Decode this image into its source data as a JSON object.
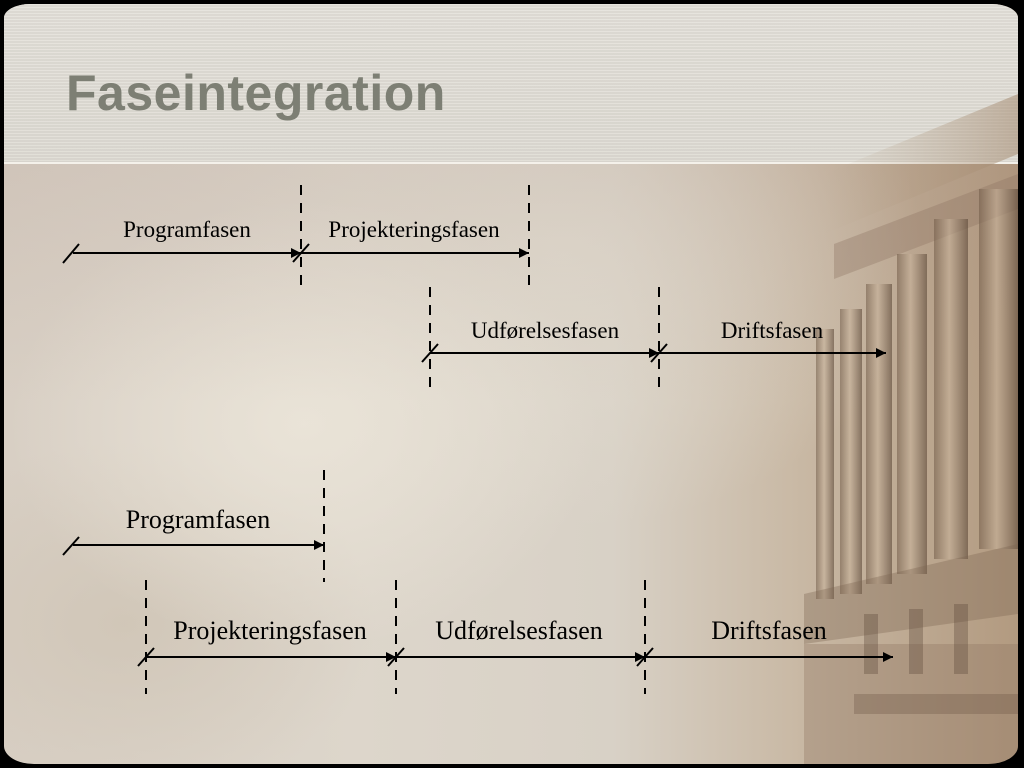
{
  "slide": {
    "title": "Faseintegration"
  },
  "sequential": {
    "row1": [
      {
        "label": "Programfasen"
      },
      {
        "label": "Projekteringsfasen"
      }
    ],
    "row2": [
      {
        "label": "Udførelsesfasen"
      },
      {
        "label": "Driftsfasen"
      }
    ]
  },
  "integrated": {
    "row1": [
      {
        "label": "Programfasen"
      }
    ],
    "row2": [
      {
        "label": "Projekteringsfasen"
      },
      {
        "label": "Udførelsesfasen"
      },
      {
        "label": "Driftsfasen"
      }
    ]
  },
  "colors": {
    "title": "#7d7f74",
    "lines": "#000000"
  }
}
